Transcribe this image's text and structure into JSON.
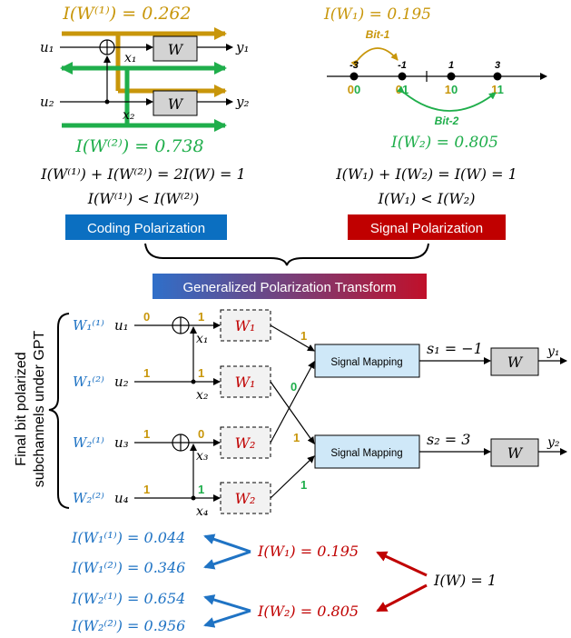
{
  "colors": {
    "gold": "#c8960a",
    "green": "#1fae4b",
    "blue": "#1f73c4",
    "red": "#c00000",
    "coding_bar": "#0b6fc1",
    "signal_bar": "#c00000",
    "gpt_bar_start": "#2f6fc9",
    "gpt_bar_end": "#c0102a",
    "box_gray": "#d3d3d3",
    "mapping_fill": "#cfe8f8"
  },
  "top_left": {
    "iw1": "I(W⁽¹⁾) = 0.262",
    "iw2": "I(W⁽²⁾) = 0.738",
    "u1": "u₁",
    "u2": "u₂",
    "x1": "x₁",
    "x2": "x₂",
    "w_top": "W",
    "w_bot": "W",
    "y1": "y₁",
    "y2": "y₂",
    "eq1": "I(W⁽¹⁾) + I(W⁽²⁾) = 2I(W) = 1",
    "eq2": "I(W⁽¹⁾) < I(W⁽²⁾)",
    "bar_label": "Coding Polarization"
  },
  "top_right": {
    "iw1": "I(W₁) = 0.195",
    "bit1": "Bit-1",
    "bit2": "Bit-2",
    "ticks": [
      "-3",
      "-1",
      "1",
      "3"
    ],
    "codes": [
      {
        "b1": "0",
        "b2": "0"
      },
      {
        "b1": "0",
        "b2": "1"
      },
      {
        "b1": "1",
        "b2": "0"
      },
      {
        "b1": "1",
        "b2": "1"
      }
    ],
    "iw2": "I(W₂) = 0.805",
    "eq1": "I(W₁) + I(W₂) = I(W) = 1",
    "eq2": "I(W₁) < I(W₂)",
    "bar_label": "Signal Polarization"
  },
  "gpt_bar": "Generalized Polarization Transform",
  "side_label": [
    "Final bit polarized",
    "subchannels under GPT"
  ],
  "gpt": {
    "rows": [
      {
        "wlabel": "W₁⁽¹⁾",
        "u": "u₁",
        "in_bit": "0",
        "out_bit": "1",
        "x": "x₁"
      },
      {
        "wlabel": "W₁⁽²⁾",
        "u": "u₂",
        "in_bit": "1",
        "out_bit": "1",
        "x": "x₂"
      },
      {
        "wlabel": "W₂⁽¹⁾",
        "u": "u₃",
        "in_bit": "1",
        "out_bit": "0",
        "x": "x₃"
      },
      {
        "wlabel": "W₂⁽²⁾",
        "u": "u₄",
        "in_bit": "1",
        "out_bit": "1",
        "x": "x₄"
      }
    ],
    "subch": [
      "W₁",
      "W₁",
      "W₂",
      "W₂"
    ],
    "cross_bits": [
      "1",
      "0",
      "1",
      "1"
    ],
    "mapping": [
      "Signal Mapping",
      "Signal Mapping"
    ],
    "s": [
      "s₁ = −1",
      "s₂ = 3"
    ],
    "w": [
      "W",
      "W"
    ],
    "y": [
      "y₁",
      "y₂"
    ]
  },
  "bottom": {
    "left": [
      "I(W₁⁽¹⁾) = 0.044",
      "I(W₁⁽²⁾) = 0.346",
      "I(W₂⁽¹⁾) = 0.654",
      "I(W₂⁽²⁾) = 0.956"
    ],
    "mid": [
      "I(W₁) = 0.195",
      "I(W₂) = 0.805"
    ],
    "right": "I(W) = 1"
  }
}
